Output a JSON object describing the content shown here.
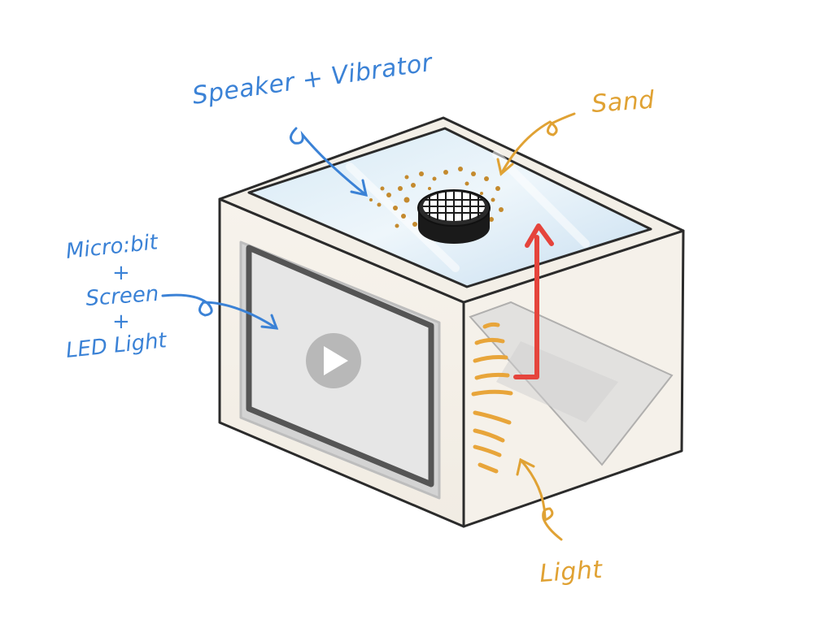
{
  "labels": {
    "speaker": "Speaker + Vibrator",
    "sand": "Sand",
    "microbit": "Micro:bit",
    "plus_1": "+",
    "screen": "Screen",
    "plus_2": "+",
    "led": "LED Light",
    "light": "Light"
  },
  "colors": {
    "annotation_blue": "#3b82d6",
    "annotation_orange": "#e0a234",
    "arrow_red": "#e5443c",
    "box_face": "#f6f2ea",
    "top_glass": "#cfe4f2"
  },
  "icons": {
    "screen_icon": "play-icon",
    "speaker_icon": "speaker-grille-icon"
  }
}
